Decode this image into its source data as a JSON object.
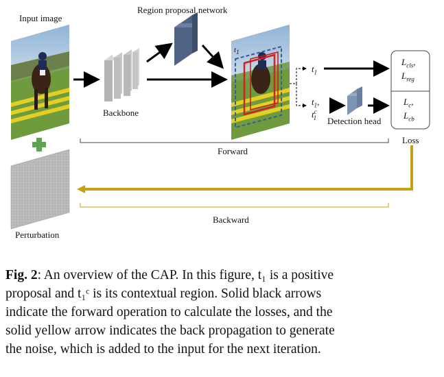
{
  "labels": {
    "input_image": "Input image",
    "rpn": "Region proposal network",
    "backbone": "Backbone",
    "detection_head": "Detection head",
    "forward": "Forward",
    "backward": "Backward",
    "perturbation": "Perturbation",
    "loss": "Loss"
  },
  "math": {
    "t1_base": "t",
    "t1_sub": "1",
    "t1c_base": "t",
    "t1c_sub": "1",
    "t1c_sup": "c",
    "l_cls_base": "L",
    "l_cls_sub": "cls",
    "l_reg_base": "L",
    "l_reg_sub": "reg",
    "l_c_base": "L",
    "l_c_sub": "c",
    "l_cb_base": "L",
    "l_cb_sub": "cb"
  },
  "caption": {
    "fig": "Fig. 2",
    "line1": ": An overview of the CAP. In this figure, t₁ is a positive",
    "line2": "proposal and t₁ᶜ is its contextual region. Solid black arrows",
    "line3": "indicate the forward operation to calculate the losses, and the",
    "line4": "solid yellow arrow indicates the back propagation to generate",
    "line5": "the noise, which is added to the input for the next iteration."
  },
  "colors": {
    "yellow_arrow": "#c8a011",
    "plus_green": "#5da451",
    "proposal_red": "#d42020",
    "context_blue": "#3a5a98",
    "rpn_block": "#4f6485",
    "head_block": "#7f93b3"
  }
}
